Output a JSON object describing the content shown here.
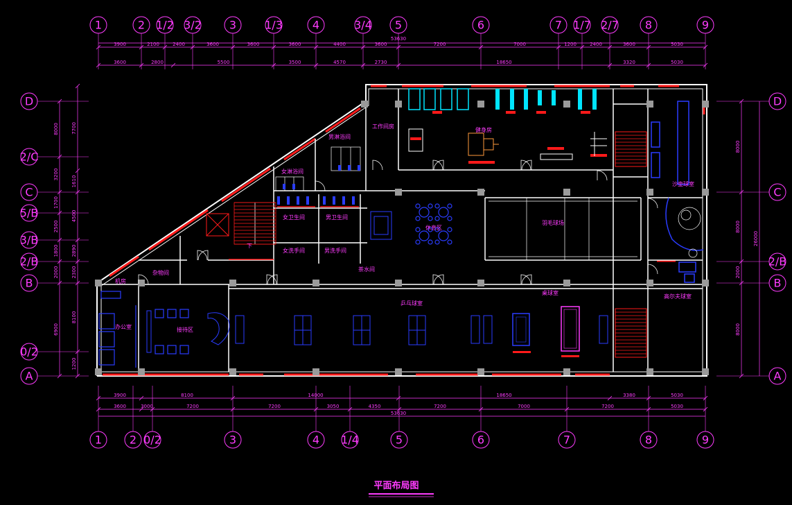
{
  "title": "平面布局图",
  "grid_top": [
    "1",
    "2",
    "1/2",
    "3/2",
    "3",
    "1/3",
    "4",
    "3/4",
    "5",
    "6",
    "7",
    "1/7",
    "2/7",
    "8",
    "9"
  ],
  "grid_bottom": [
    "1",
    "2",
    "0/2",
    "3",
    "4",
    "1/4",
    "5",
    "6",
    "7",
    "8",
    "9"
  ],
  "grid_left": [
    "D",
    "2/C",
    "C",
    "5/B",
    "3/B",
    "2/B",
    "B",
    "0/2",
    "A"
  ],
  "grid_right": [
    "D",
    "C",
    "2/B",
    "B",
    "A"
  ],
  "dims_top_row1": [
    "3900",
    "2100",
    "2400",
    "3600",
    "3600",
    "3600",
    "4400",
    "3600",
    "7200",
    "7000",
    "1200",
    "2400",
    "3600",
    "5030"
  ],
  "dims_top_row2": [
    "3600",
    "2800",
    "5500",
    "3500",
    "4570",
    "2730",
    "18650",
    "3320",
    "5030"
  ],
  "dims_top_total": "53630",
  "dims_bottom_row1": [
    "3900",
    "8100",
    "14000",
    "18650",
    "3380",
    "5030"
  ],
  "dims_bottom_row2": [
    "3600",
    "3000",
    "7200",
    "7200",
    "3050",
    "4350",
    "7200",
    "7000",
    "7200",
    "5030"
  ],
  "dims_bottom_total": "53630",
  "dims_left_inner": [
    "7700",
    "1610",
    "4500",
    "2890",
    "2300",
    "8100",
    "1200"
  ],
  "dims_left_outer": [
    "8000",
    "3200",
    "1700",
    "2500",
    "1800",
    "2000",
    "6900"
  ],
  "dims_right_inner": [
    "8000",
    "8000",
    "2000",
    "8000"
  ],
  "dims_right_total": "26000",
  "stair_label": "下",
  "room_labels": {
    "work_room": "工作间房",
    "fitness": "健身房",
    "mens_shower": "男淋浴间",
    "womens_shower": "女淋浴间",
    "womens_toilet": "女卫生间",
    "mens_toilet": "男卫生间",
    "womens_wash": "女洗手间",
    "mens_wash": "男洗手间",
    "lounge": "休息区",
    "badminton": "羽毛球场",
    "water": "茶水间",
    "squash": "沙壶球室",
    "storage": "杂物间",
    "equipment": "机房",
    "office": "办公室",
    "reception": "接待区",
    "pingpong": "乒乓球室",
    "billiards": "桌球室",
    "golf": "高尔夫球室"
  },
  "colors": {
    "line": "#ff3cff",
    "wall": "#ffffff",
    "window": "#ff1a1a",
    "furniture": "#2a3cff",
    "equipment": "#00e5ff",
    "column": "#b0b0b0"
  }
}
